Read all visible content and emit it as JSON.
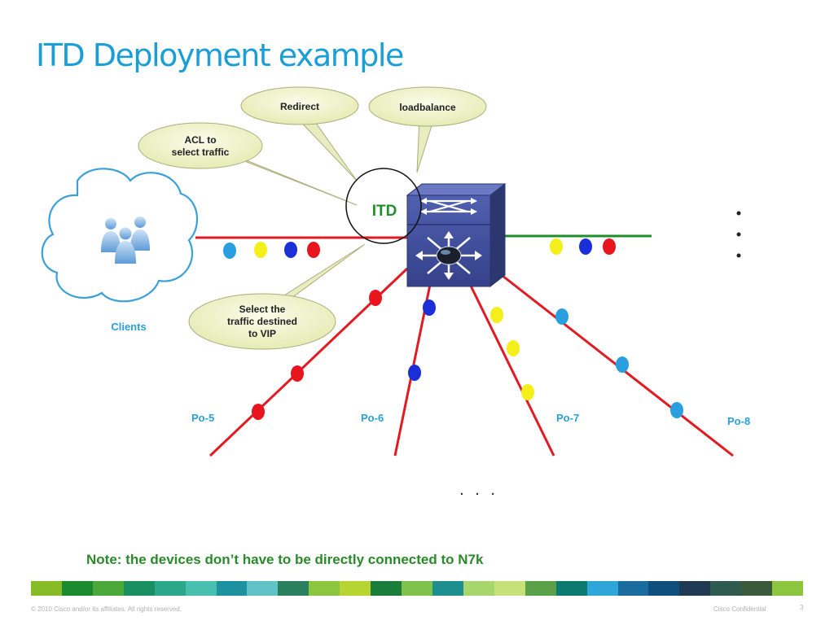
{
  "title": "ITD Deployment example",
  "callouts": {
    "redirect": "Redirect",
    "loadbalance": "loadbalance",
    "acl_line1": "ACL to",
    "acl_line2": "select traffic",
    "select_line1": "Select the",
    "select_line2": "traffic destined",
    "select_line3": "to VIP"
  },
  "itd_label": "ITD",
  "clients_label": "Clients",
  "port_channels": [
    "Po-5",
    "Po-6",
    "Po-7",
    "Po-8"
  ],
  "ellipsis": ". . .",
  "note": "Note: the devices don’t have to be directly connected to N7k",
  "footer": {
    "copyright": "© 2010 Cisco and/or its affiliates. All rights reserved.",
    "confidential": "Cisco Confidential",
    "page": "3"
  },
  "colors": {
    "title": "#1b9ed8",
    "link_red": "#e01b22",
    "link_green": "#1f8f2a",
    "dot_red": "#e8141e",
    "dot_blue": "#1a2fd8",
    "dot_yellow": "#f4ef1a",
    "dot_cyan": "#2a9fe0",
    "switch": "#3f4d9e",
    "firewall_blue": "#1f6fa8",
    "firewall_brick": "#d8424a",
    "callout_fill": "#f1f3cf",
    "note": "#2a8a2a",
    "stripe": [
      "#86bc25",
      "#1c8a2e",
      "#4ba83a",
      "#1a8f62",
      "#2aa889",
      "#48bfaf",
      "#1c92a0",
      "#61c3c8",
      "#2a7f5e",
      "#8cc63f",
      "#b7d433",
      "#1a7e3a",
      "#7fc24c",
      "#1e8f8f",
      "#a7d66c",
      "#c7e07a",
      "#5aa14a",
      "#0d7a70",
      "#2fa6d8",
      "#1a6b9e",
      "#0e4f7e",
      "#203a54",
      "#2f5b4e",
      "#3a5a3a",
      "#8cc63f"
    ]
  }
}
